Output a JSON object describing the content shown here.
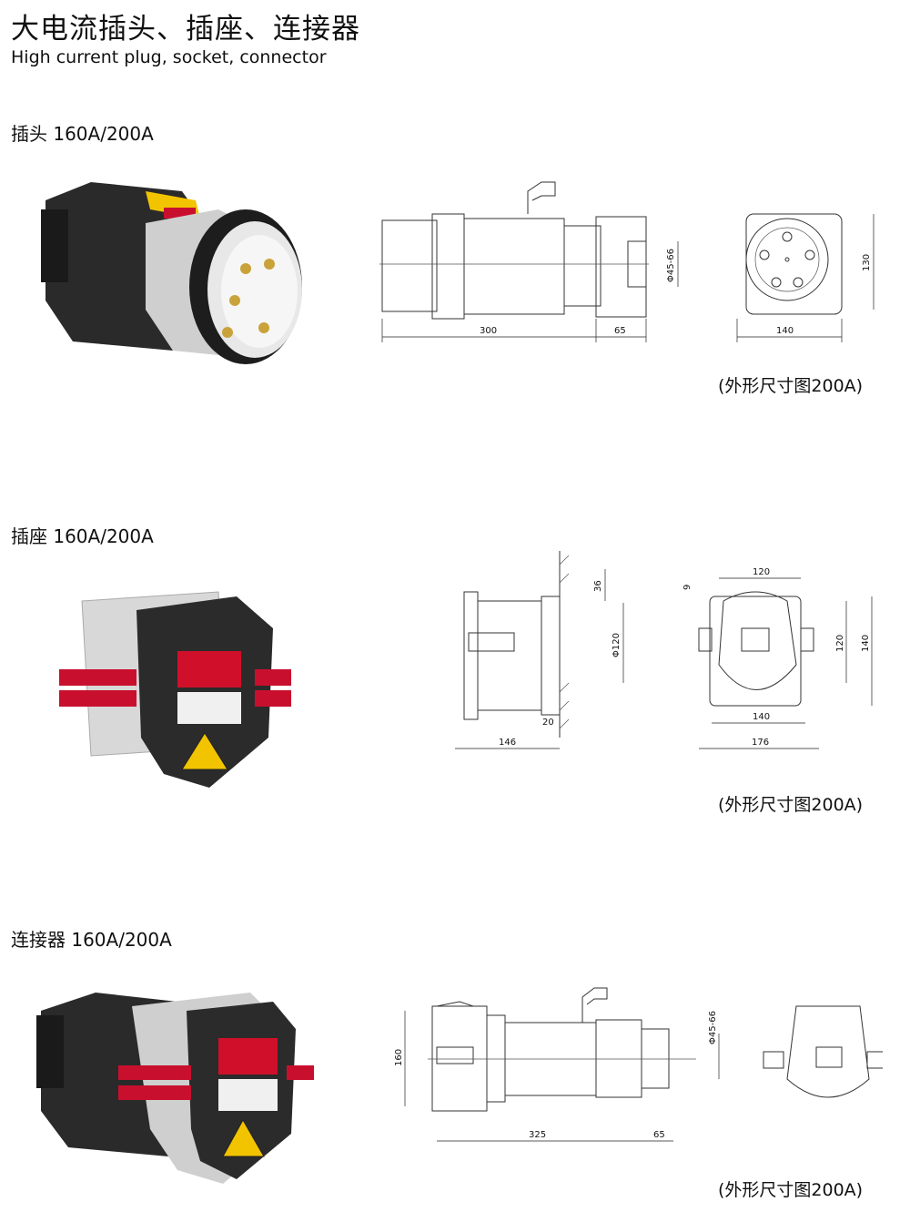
{
  "header": {
    "title_cn": "大电流插头、插座、连接器",
    "title_en": "High current plug, socket, connector"
  },
  "sections": [
    {
      "title": "插头 160A/200A",
      "caption": "(外形尺寸图200A)",
      "dims": {
        "length": "300",
        "pin": "65",
        "cable": "Φ45-66",
        "width": "140",
        "height": "130"
      }
    },
    {
      "title": "插座 160A/200A",
      "caption": "(外形尺寸图200A)",
      "dims": {
        "depth": "146",
        "flange": "20",
        "top": "36",
        "dia": "Φ120",
        "hole_small": "9",
        "top_w": "120",
        "v_inner": "120",
        "v_outer": "140",
        "bot_inner": "140",
        "bot_outer": "176"
      }
    },
    {
      "title": "连接器 160A/200A",
      "caption": "(外形尺寸图200A)",
      "dims": {
        "height": "160",
        "length": "325",
        "pin": "65",
        "cable": "Φ45-66"
      }
    }
  ]
}
